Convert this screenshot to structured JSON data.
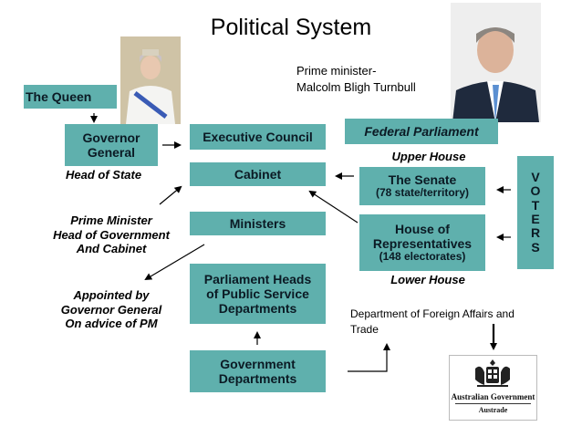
{
  "title": "Political System",
  "pm_caption": [
    "Prime minister-",
    "Malcolm Bligh Turnbull"
  ],
  "boxes": {
    "queen": [
      "The Queen"
    ],
    "governor_general": [
      "Governor",
      "General"
    ],
    "executive_council": [
      "Executive Council"
    ],
    "cabinet": [
      "Cabinet"
    ],
    "ministers": [
      "Ministers"
    ],
    "parliament_heads": [
      "Parliament Heads",
      "of Public Service",
      "Departments"
    ],
    "government_departments": [
      "Government",
      "Departments"
    ],
    "federal_parliament": [
      "Federal Parliament"
    ],
    "senate": [
      "The Senate",
      "(78 state/territory)"
    ],
    "house_reps": [
      "House of",
      "Representatives",
      "(148 electorates)"
    ],
    "voters": [
      "V",
      "O",
      "T",
      "E",
      "R",
      "S"
    ]
  },
  "labels": {
    "head_of_state": "Head of State",
    "upper_house": "Upper House",
    "lower_house": "Lower House",
    "pm_role": [
      "Prime Minister",
      "Head of Government",
      "And Cabinet"
    ],
    "appointed": [
      "Appointed by",
      "Governor General",
      "On advice of PM"
    ],
    "dfat": [
      "Department of Foreign Affairs and",
      "Trade"
    ]
  },
  "logo": {
    "line1": "Australian Government",
    "line2": "Austrade"
  },
  "colors": {
    "box_fill": "#5fb0ad",
    "box_text": "#0b1a24"
  }
}
